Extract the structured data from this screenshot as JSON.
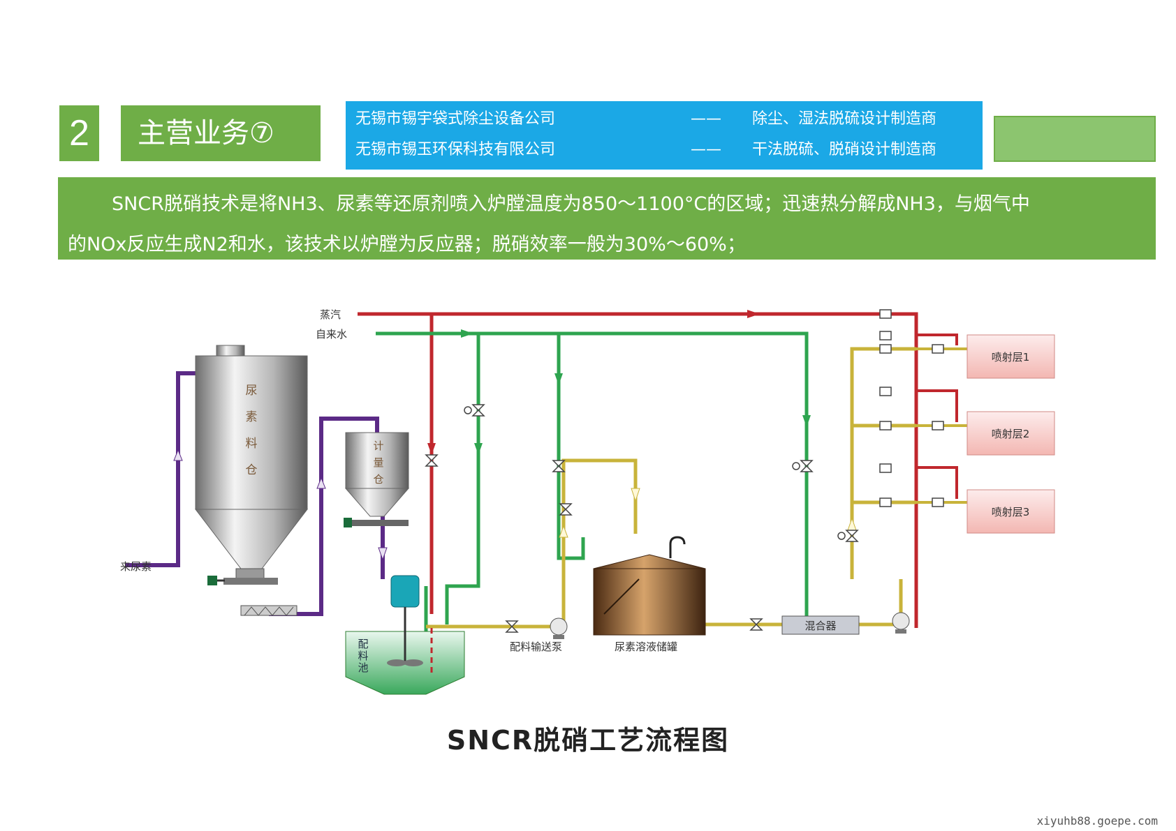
{
  "header": {
    "section_number": "2",
    "section_title": "主营业务⑦"
  },
  "companies": [
    {
      "name": "无锡市锡宇袋式除尘设备公司",
      "dash": "——",
      "role": "除尘、湿法脱硫设计制造商"
    },
    {
      "name": "无锡市锡玉环保科技有限公司",
      "dash": "——",
      "role": "干法脱硫、脱硝设计制造商"
    }
  ],
  "description": {
    "line1": "SNCR脱硝技术是将NH3、尿素等还原剂喷入炉膛温度为850～1100°C的区域；迅速热分解成NH3，与烟气中",
    "line2": "的NOx反应生成N2和水，该技术以炉膛为反应器；脱硝效率一般为30%～60%；"
  },
  "diagram": {
    "steam": "蒸汽",
    "tap_water": "自来水",
    "urea_silo_chars": [
      "尿",
      "素",
      "料",
      "仓"
    ],
    "metering_chars": [
      "计",
      "量",
      "仓"
    ],
    "incoming_urea": "来尿素",
    "mixing_tank_chars": [
      "配",
      "料",
      "池"
    ],
    "transfer_pump": "配料输送泵",
    "storage_tank": "尿素溶液储罐",
    "mixer": "混合器",
    "injection_layers": [
      "喷射层1",
      "喷射层2",
      "喷射层3"
    ],
    "colors": {
      "steam": "#c0272d",
      "water": "#2ea44f",
      "urea": "#5b2a86",
      "solution": "#c8b33a"
    },
    "caption": "SNCR脱硝工艺流程图"
  },
  "footer": {
    "watermark": "xiyuhb88.goepe.com"
  }
}
